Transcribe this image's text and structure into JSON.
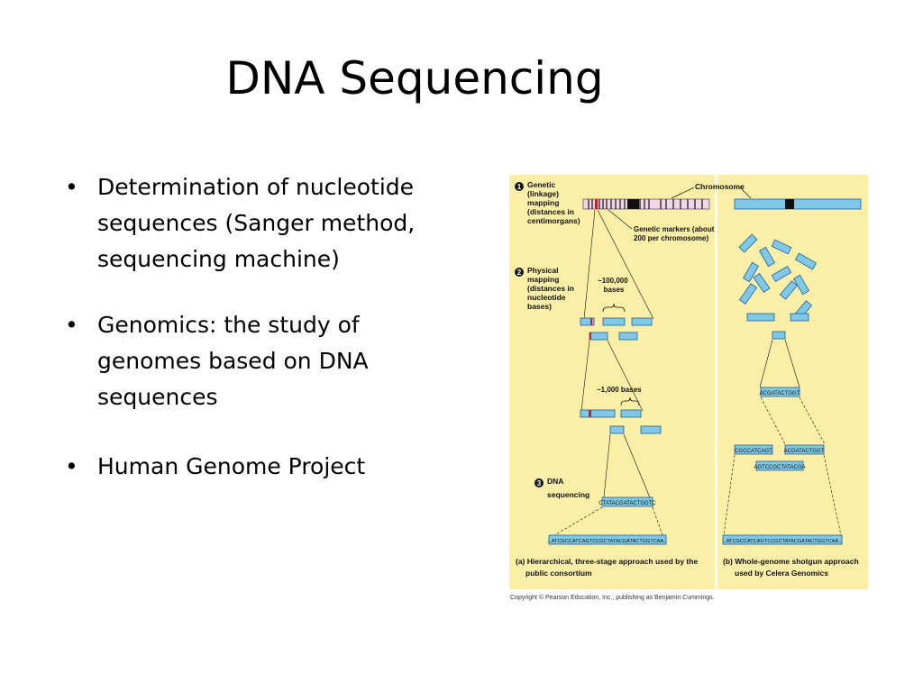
{
  "slide": {
    "title": "DNA Sequencing",
    "bullets": [
      {
        "text": "Determination of nucleotide sequences (Sanger method, sequencing machine)"
      },
      {
        "text": "Genomics:  the study of genomes based on DNA sequences"
      },
      {
        "text": "Human Genome Project"
      }
    ]
  },
  "figure": {
    "step1_number": "1",
    "step1_text": [
      "Genetic",
      "(linkage)",
      "mapping",
      "(distances in",
      "centimorgans)"
    ],
    "chromosome_label": "Chromosome",
    "markers_label": [
      "Genetic markers (about",
      "200 per chromosome)"
    ],
    "step2_number": "2",
    "step2_text": [
      "Physical",
      "mapping",
      "(distances in",
      "nucleotide",
      "bases)"
    ],
    "bases_100000": [
      "~100,000",
      "bases"
    ],
    "bases_1000": "~1,000 bases",
    "step3_number": "3",
    "step3_text": [
      "DNA",
      "sequencing"
    ],
    "seq_fragment": "CTATACGATACTGGTC",
    "seq_long": "...ATCGCCATCAGTCCGCTATACGATACTGGTCAA...",
    "caption_a": [
      "(a) Hierarchical, three-stage approach used by the",
      "public consortium"
    ],
    "shotgun_fragment": "ACGATACTGGT",
    "overlap_1": "CGCCATCAGT",
    "overlap_2": "ACGATACTGGT",
    "overlap_3": "AGTCCGCTATACGA",
    "seq_long_b": "...ATCGCCATCAGTCCGCTATACGATACTGGTCAA...",
    "caption_b": [
      "(b) Whole-genome shotgun approach",
      "used by Celera Genomics"
    ],
    "copyright": "Copyright © Pearson Education, Inc., publishing as Benjamin Cummings."
  },
  "colors": {
    "panel_bg": "#fbeea7",
    "fragment_fill": "#7fc8e6",
    "fragment_stroke": "#1f5fa0",
    "marker_red": "#cc1f2a"
  }
}
